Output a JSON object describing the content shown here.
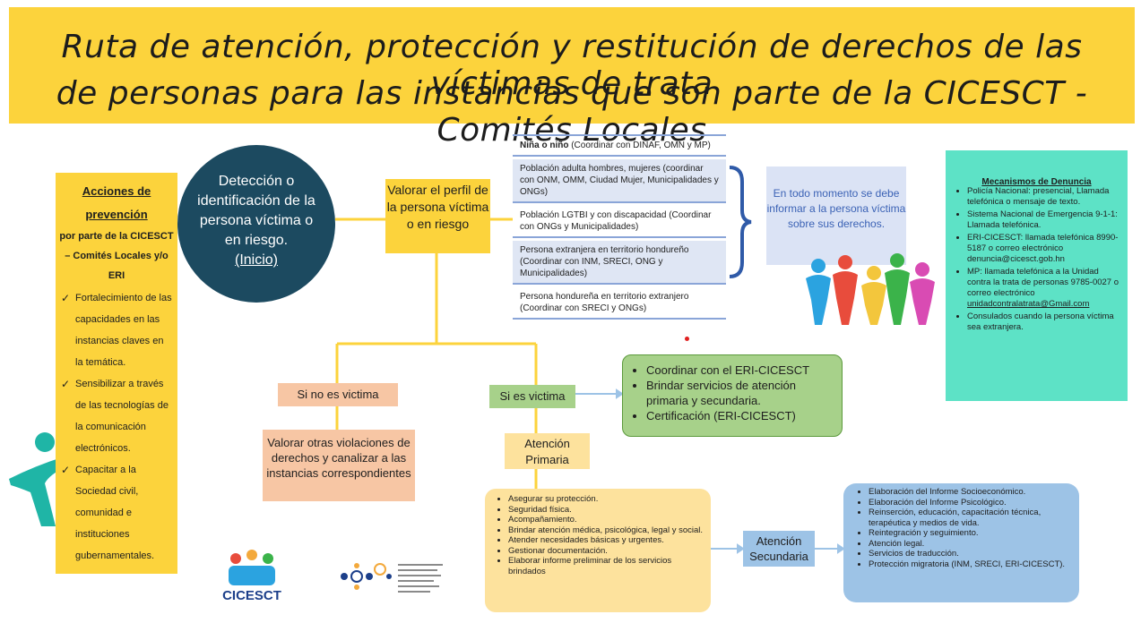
{
  "title": {
    "line1": "Ruta de atención, protección y restitución de derechos de las víctimas de trata",
    "line2": "de personas para las instancias que son parte de la CICESCT - Comités Locales"
  },
  "colors": {
    "header_yellow": "#fcd33c",
    "circle_navy": "#1c4a60",
    "peach": "#f7c6a4",
    "green": "#a7d18a",
    "light_yellow": "#fde29d",
    "light_blue": "#9dc3e6",
    "teal": "#5de2c6",
    "inform_blue": "#dbe3f5"
  },
  "prevention": {
    "heading_1": "Acciones de",
    "heading_2": "prevención",
    "sub_1": "por parte de la CICESCT",
    "sub_2": "– Comités Locales y/o",
    "sub_3": "ERI",
    "items": [
      "Fortalecimiento de las capacidades en las instancias claves en la temática.",
      "Sensibilizar a través de las tecnologías de la comunicación electrónicos.",
      "Capacitar a la Sociedad civil, comunidad e instituciones gubernamentales."
    ]
  },
  "detection": {
    "text": "Detección o identificación de la persona víctima o en riesgo.",
    "inicio": "(Inicio)"
  },
  "valorar": "Valorar el perfil de la persona víctima o en riesgo",
  "population": [
    {
      "bold": "Niña o niño",
      "text": " (Coordinar con DINAF, OMN y MP)"
    },
    {
      "bold": "",
      "text": "Población adulta hombres, mujeres (coordinar con ONM, OMM, Ciudad Mujer, Municipalidades y ONGs)"
    },
    {
      "bold": "",
      "text": "Población LGTBI y con discapacidad (Coordinar con ONGs y Municipalidades)"
    },
    {
      "bold": "",
      "text": "Persona extranjera en territorio hondureño (Coordinar con INM, SRECI, ONG y Municipalidades)"
    },
    {
      "bold": "",
      "text": "Persona hondureña en territorio extranjero (Coordinar con SRECI y ONGs)"
    }
  ],
  "inform": "En todo momento se debe informar a la persona víctima sobre sus derechos.",
  "mechanisms": {
    "heading": "Mecanismos de Denuncia",
    "items": [
      "Policía Nacional: presencial, Llamada telefónica o mensaje de texto.",
      "Sistema Nacional de Emergencia 9-1-1: Llamada telefónica.",
      "ERI-CICESCT: llamada telefónica 8990-5187 o correo electrónico denuncia@cicesct.gob.hn",
      "MP: llamada telefónica a la Unidad contra la trata de personas 9785-0027 o correo electrónico",
      "Consulados cuando la persona víctima sea extranjera."
    ],
    "email_link": "unidadcontralatrata@Gmail.com"
  },
  "no_victim": {
    "label": "Si no es victima",
    "action": "Valorar otras violaciones de derechos y canalizar a las instancias correspondientes"
  },
  "victim": {
    "label": "Si es victima",
    "actions": [
      "Coordinar con el ERI-CICESCT",
      "Brindar servicios de atención primaria y secundaria.",
      "Certificación (ERI-CICESCT)"
    ]
  },
  "primary": {
    "label": "Atención Primaria",
    "items": [
      "Asegurar su protección.",
      "Seguridad física.",
      "Acompañamiento.",
      "Brindar atención médica, psicológica, legal y social.",
      "Atender necesidades básicas y urgentes.",
      "Gestionar documentación.",
      "Elaborar informe preliminar de los servicios brindados"
    ]
  },
  "secondary": {
    "label": "Atención Secundaria",
    "items": [
      "Elaboración del Informe Socioeconómico.",
      "Elaboración del Informe Psicológico.",
      "Reinserción, educación, capacitación técnica, terapéutica y medios de vida.",
      "Reintegración y seguimiento.",
      "Atención legal.",
      "Servicios de traducción.",
      "Protección migratoria (INM, SRECI, ERI-CICESCT)."
    ]
  },
  "logos": {
    "cicesct": "CICESCT"
  }
}
